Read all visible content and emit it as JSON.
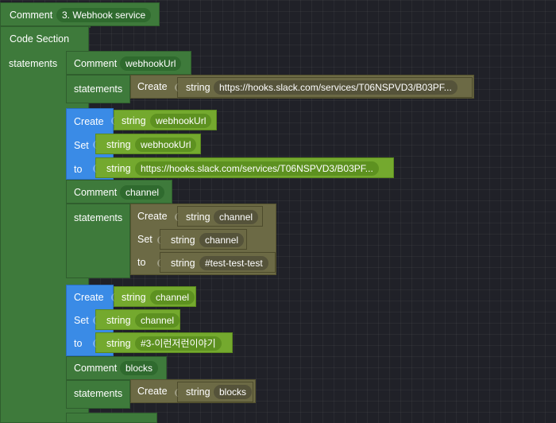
{
  "blocks": {
    "top_comment": {
      "label": "Comment",
      "value": "3. Webhook service"
    },
    "code_section": {
      "label": "Code Section",
      "statements": "statements"
    },
    "c1": {
      "label": "Comment",
      "value": "webhookUrl",
      "statements": "statements"
    },
    "c1_create": {
      "label": "Create",
      "type": "string",
      "value": "https://hooks.slack.com/services/T06NSPVD3/B03PF..."
    },
    "b1": {
      "create": "Create",
      "type": "string",
      "name": "webhookUrl",
      "set": "Set",
      "set_type": "string",
      "set_name": "webhookUrl",
      "to": "to",
      "to_type": "string",
      "to_value": "https://hooks.slack.com/services/T06NSPVD3/B03PF..."
    },
    "c2": {
      "label": "Comment",
      "value": "channel",
      "statements": "statements",
      "create": "Create",
      "type": "string",
      "name": "channel",
      "set": "Set",
      "set_type": "string",
      "set_name": "channel",
      "to": "to",
      "to_type": "string",
      "to_value": "#test-test-test"
    },
    "b2": {
      "create": "Create",
      "type": "string",
      "name": "channel",
      "set": "Set",
      "set_type": "string",
      "set_name": "channel",
      "to": "to",
      "to_type": "string",
      "to_value": "#3-이런저런이야기"
    },
    "c3": {
      "label": "Comment",
      "value": "blocks",
      "statements": "statements",
      "create": "Create",
      "type": "string",
      "name": "blocks"
    }
  },
  "colors": {
    "workspace": "#202128",
    "comment_block": "#3e7a3b",
    "create_block": "#6c6a45",
    "string_block": "#74a92e",
    "variable_block": "#3a8be6"
  }
}
